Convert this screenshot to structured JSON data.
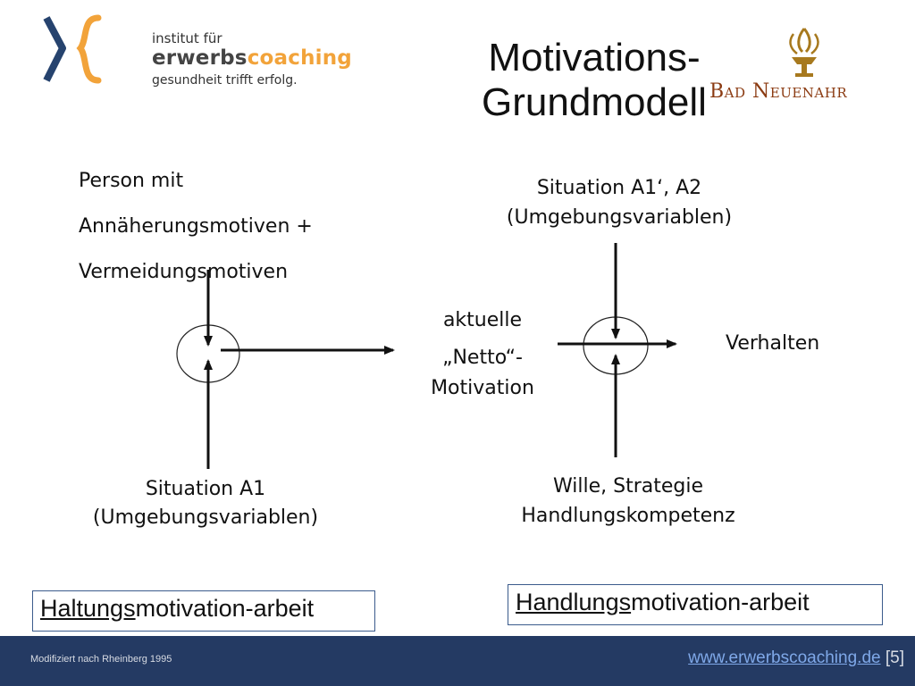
{
  "logo": {
    "line1": "institut für",
    "line2_a": "erwerbs",
    "line2_b": "coaching",
    "line3": "gesundheit trifft erfolg."
  },
  "title": {
    "line1": "Motivations-",
    "line2": "Grundmodell"
  },
  "partner_logo": {
    "text": "Bad Neuenahr"
  },
  "diagram": {
    "person": [
      "Person mit",
      "Annäherungsmotiven +",
      "Vermeidungsmotiven"
    ],
    "situation_a1": [
      "Situation A1",
      "(Umgebungsvariablen)"
    ],
    "netto": [
      "aktuelle",
      "„Netto“-",
      "Motivation"
    ],
    "situation_a1_a2": [
      "Situation A1‘, A2",
      "(Umgebungsvariablen)"
    ],
    "wille": [
      "Wille,  Strategie",
      "Handlungskompetenz"
    ],
    "verhalten": "Verhalten"
  },
  "boxes": {
    "haltung_u": "Haltungs",
    "haltung_rest": "motivation-arbeit",
    "handlung_u": "Handlungs",
    "handlung_rest": "motivation-arbeit"
  },
  "footer": {
    "note": "Modifiziert nach Rheinberg 1995",
    "link": "www.erwerbscoaching.de",
    "page": "[5]"
  },
  "colors": {
    "footer_bg": "#243a63",
    "logo_accent": "#f2a33a",
    "logo_blue": "#26436e",
    "partner_brown": "#8b3b12"
  }
}
